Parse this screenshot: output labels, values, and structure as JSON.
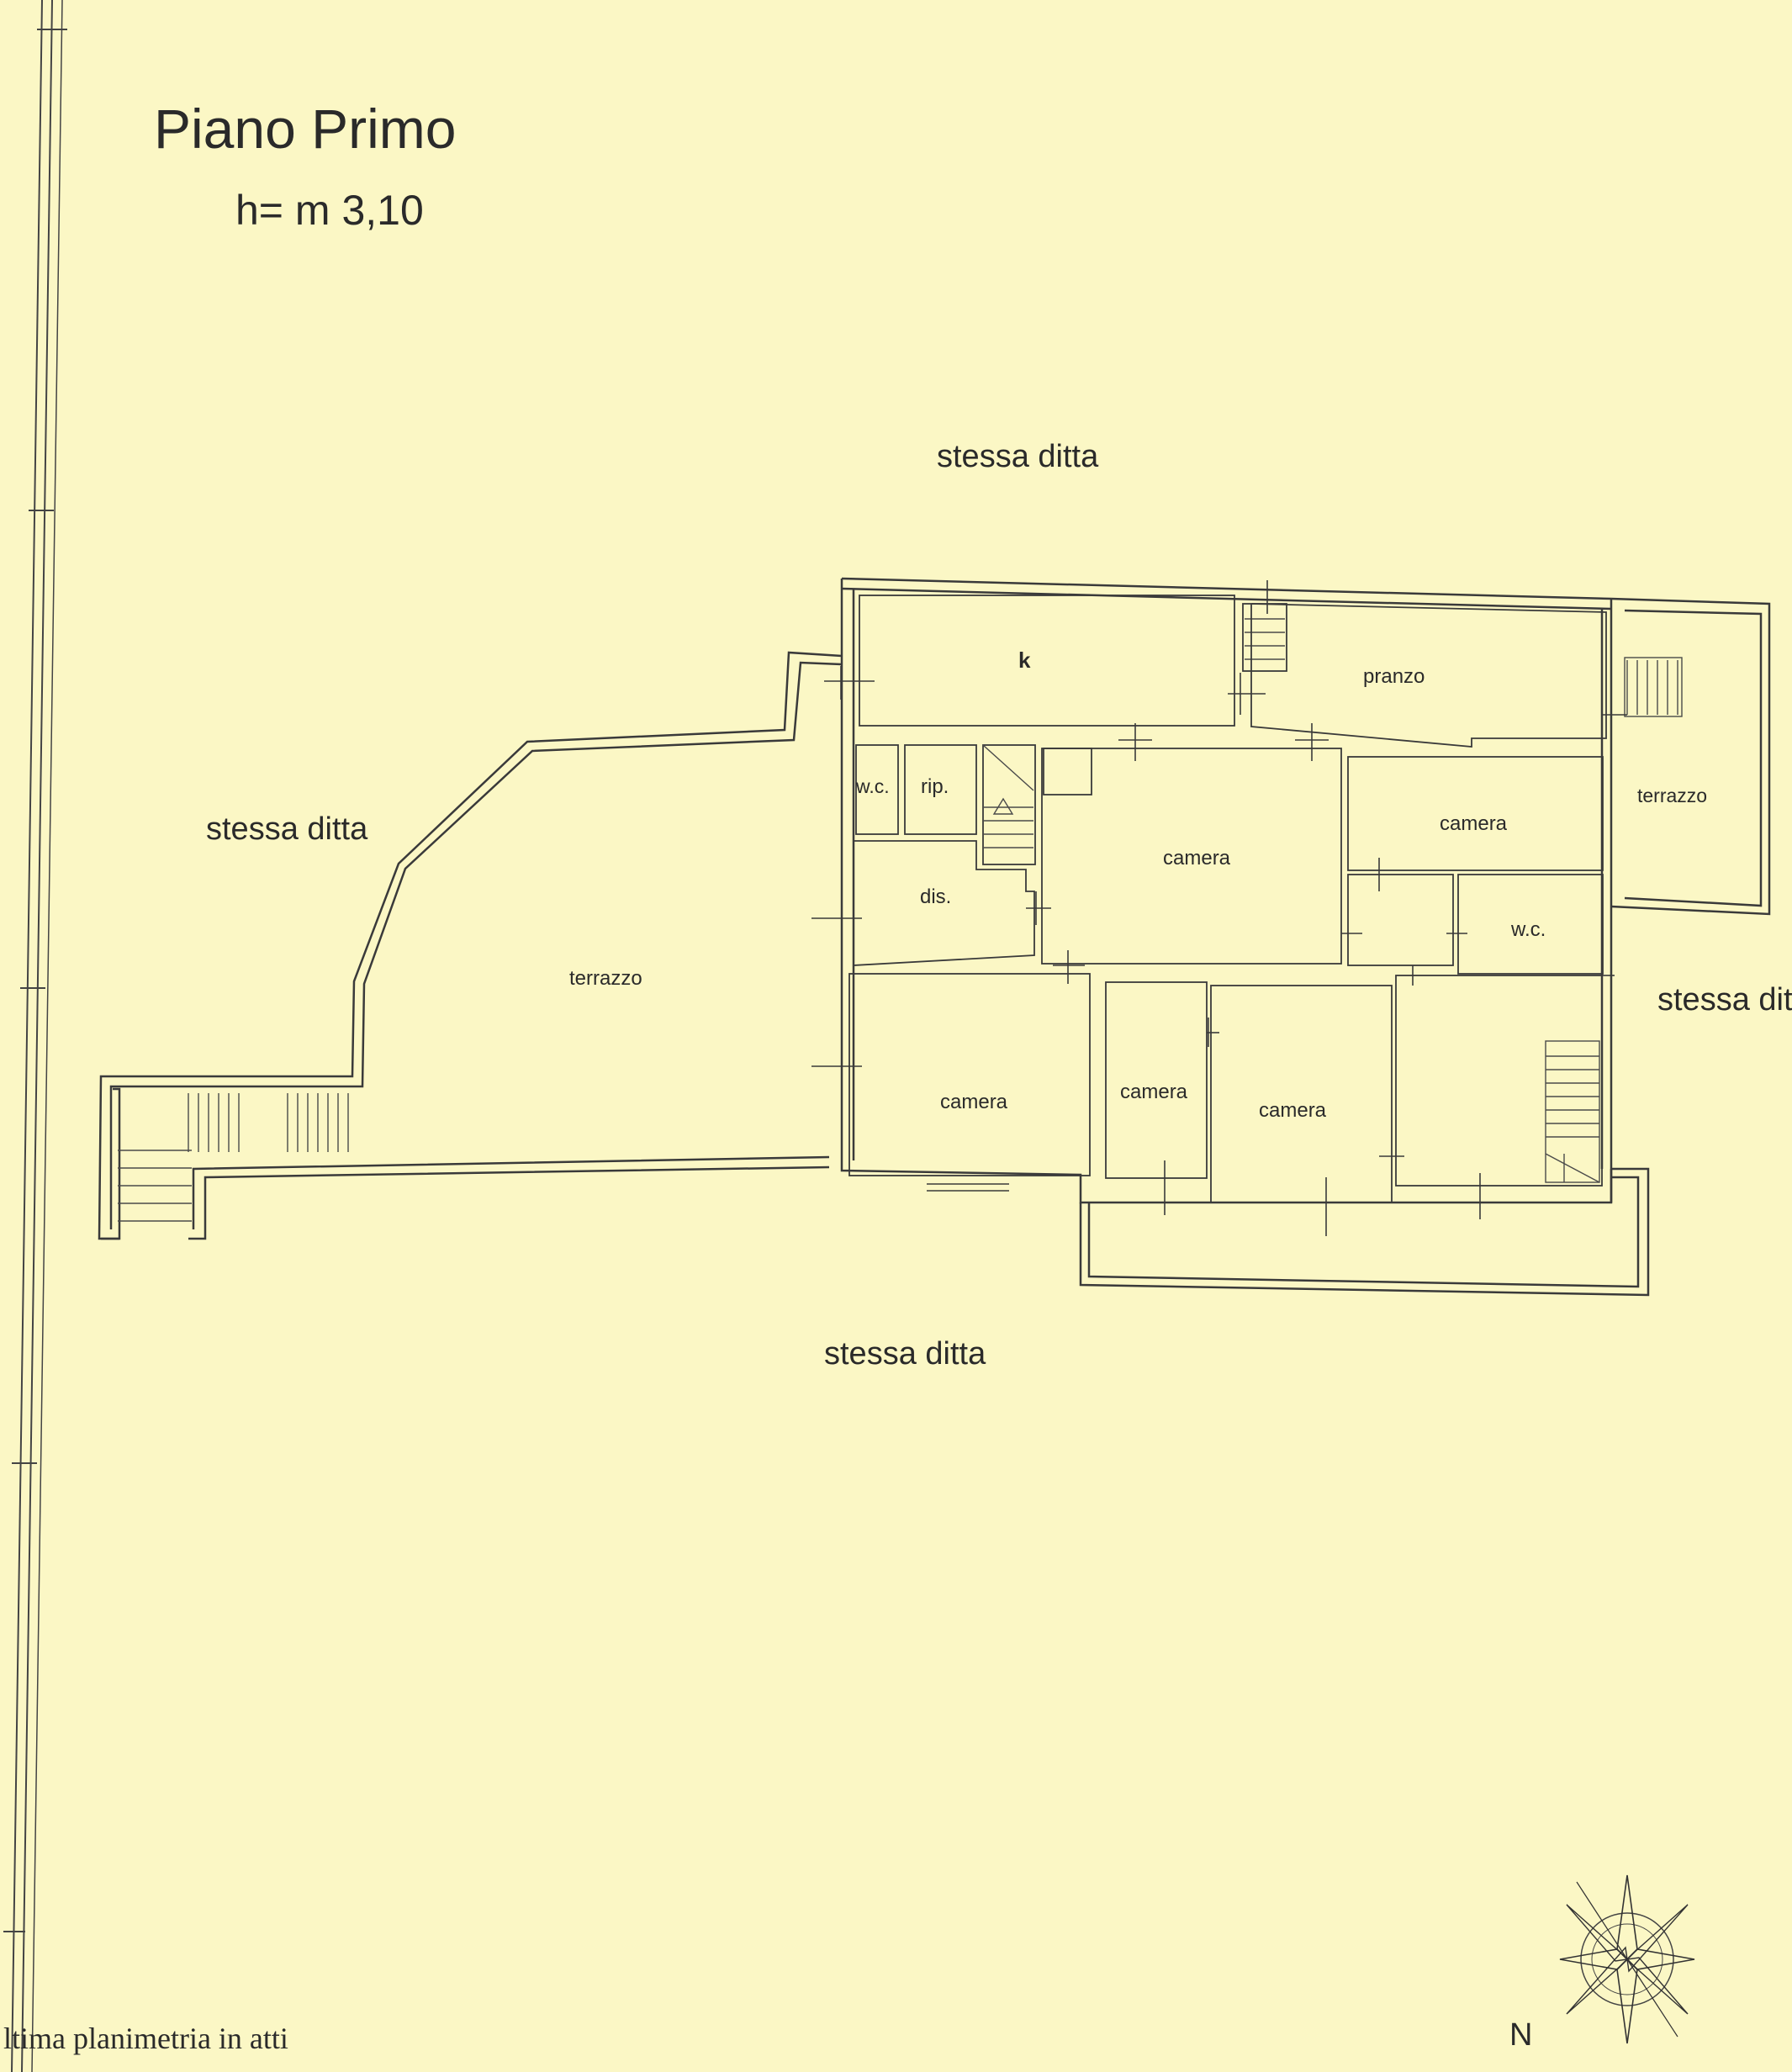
{
  "title": "Piano Primo",
  "height_label": "h= m 3,10",
  "neighbors": {
    "top": "stessa ditta",
    "left": "stessa ditta",
    "right": "stessa dit",
    "bottom": "stessa ditta"
  },
  "rooms": {
    "k": "k",
    "pranzo": "pranzo",
    "terrazzo_right": "terrazzo",
    "wc_left": "w.c.",
    "rip": "rip.",
    "camera_center": "camera",
    "camera_right_top": "camera",
    "dis": "dis.",
    "wc_right": "w.c.",
    "terrazzo_left": "terrazzo",
    "camera_bottom_left": "camera",
    "camera_bottom_mid": "camera",
    "camera_bottom_right": "camera"
  },
  "compass_label": "N",
  "footer_note": "ltima planimetria in atti"
}
